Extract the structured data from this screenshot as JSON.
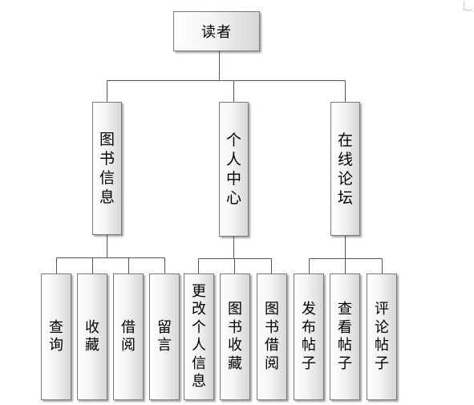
{
  "root": {
    "label": "读者"
  },
  "categories": [
    {
      "label": "图书信息",
      "children": [
        "查询",
        "收藏",
        "借阅",
        "留言"
      ]
    },
    {
      "label": "个人中心",
      "children": [
        "更改个人信息",
        "图书收藏",
        "图书借阅"
      ]
    },
    {
      "label": "在线论坛",
      "children": [
        "发布帖子",
        "查看帖子",
        "评论帖子"
      ]
    }
  ]
}
